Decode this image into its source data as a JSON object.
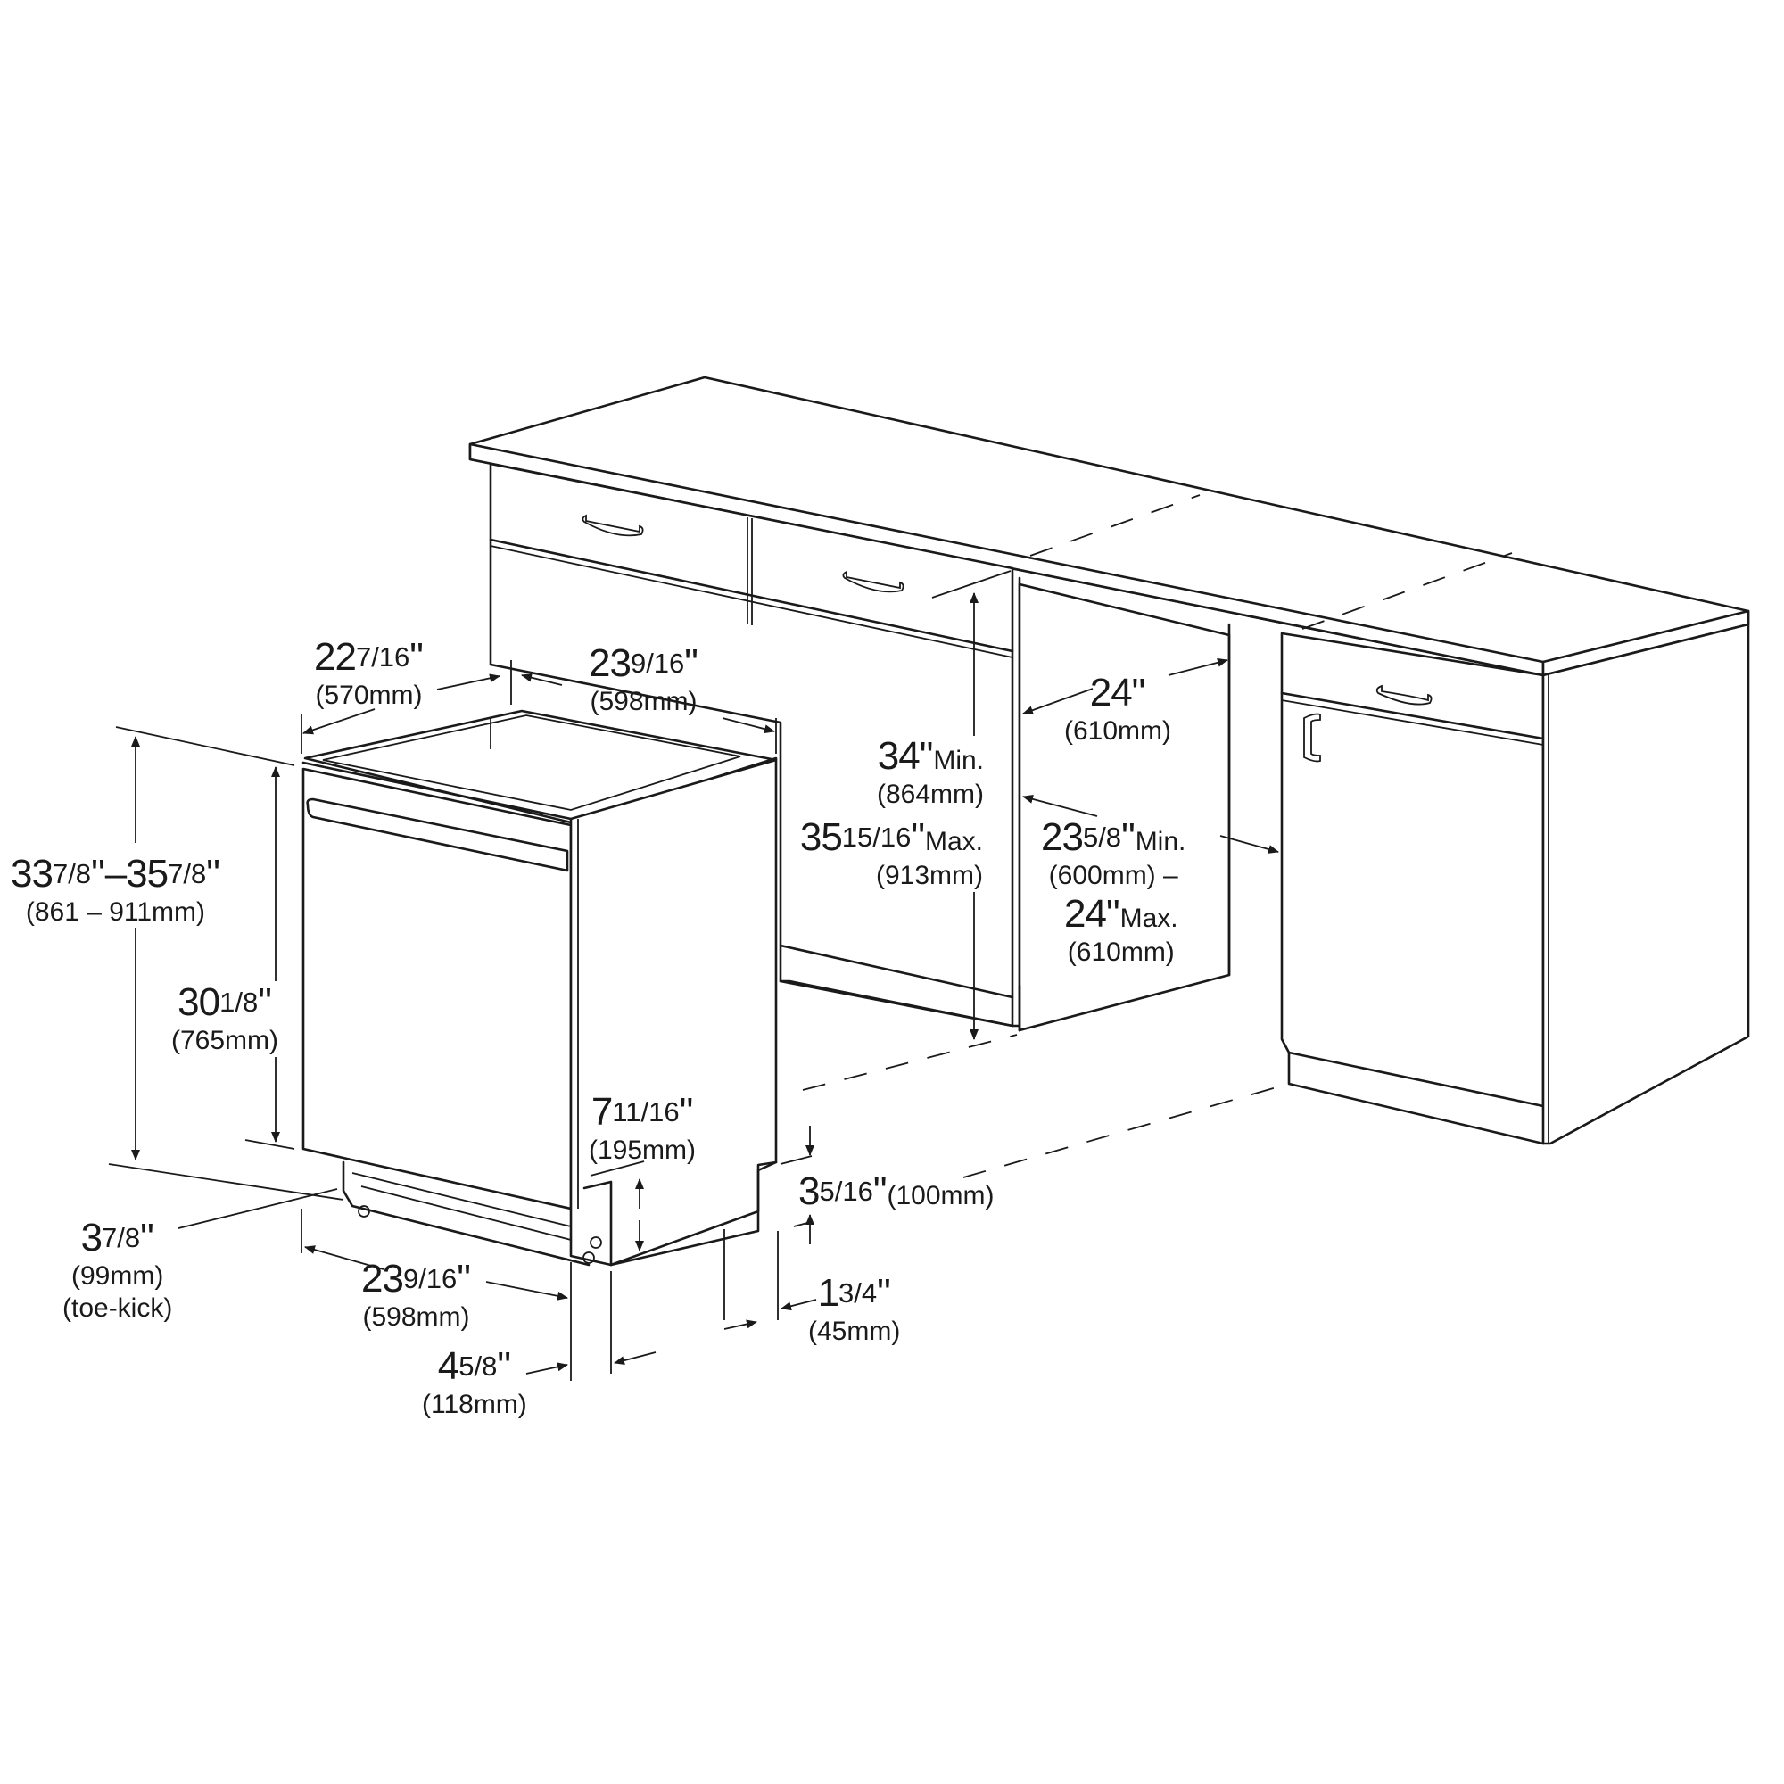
{
  "diagram": {
    "title": "Built-in dishwasher installation dimensions",
    "subject": "dishwasher between base cabinets under countertop",
    "colors": {
      "line": "#1a1a1a",
      "background": "#ffffff"
    }
  },
  "dimensions": {
    "overall_height": {
      "whole_a": "33",
      "frac_a": "7/8",
      "sep": "–",
      "whole_b": "35",
      "frac_b": "7/8",
      "quote": "\"",
      "metric": "(861 – 911mm)"
    },
    "door_height": {
      "whole": "30",
      "frac": "1/8",
      "quote": "\"",
      "metric": "(765mm)"
    },
    "depth": {
      "whole": "22",
      "frac": "7/16",
      "quote": "\"",
      "metric": "(570mm)"
    },
    "width_top": {
      "whole": "23",
      "frac": "9/16",
      "quote": "\"",
      "metric": "(598mm)"
    },
    "opening_height": {
      "min_whole": "34",
      "min_quote": "\"",
      "min_word": "Min.",
      "min_metric": "(864mm)",
      "max_whole": "35",
      "max_frac": "15/16",
      "max_quote": "\"",
      "max_word": "Max.",
      "max_metric": "(913mm)"
    },
    "cabinet_depth": {
      "whole": "24",
      "quote": "\"",
      "metric": "(610mm)"
    },
    "opening_width": {
      "min_whole": "23",
      "min_frac": "5/8",
      "min_quote": "\"",
      "min_word": "Min.",
      "min_metric": "(600mm) –",
      "max_whole": "24",
      "max_quote": "\"",
      "max_word": "Max.",
      "max_metric": "(610mm)"
    },
    "base_height": {
      "whole": "7",
      "frac": "11/16",
      "quote": "\"",
      "metric": "(195mm)"
    },
    "toe_kick_clearance": {
      "whole": "3",
      "frac": "5/16",
      "quote": "\"",
      "metric": "(100mm)"
    },
    "toe_kick": {
      "whole": "3",
      "frac": "7/8",
      "quote": "\"",
      "metric": "(99mm)",
      "note": "(toe-kick)"
    },
    "width_bottom": {
      "whole": "23",
      "frac": "9/16",
      "quote": "\"",
      "metric": "(598mm)"
    },
    "door_offset": {
      "whole": "4",
      "frac": "5/8",
      "quote": "\"",
      "metric": "(118mm)"
    },
    "side_gap": {
      "whole": "1",
      "frac": "3/4",
      "quote": "\"",
      "metric": "(45mm)"
    }
  }
}
